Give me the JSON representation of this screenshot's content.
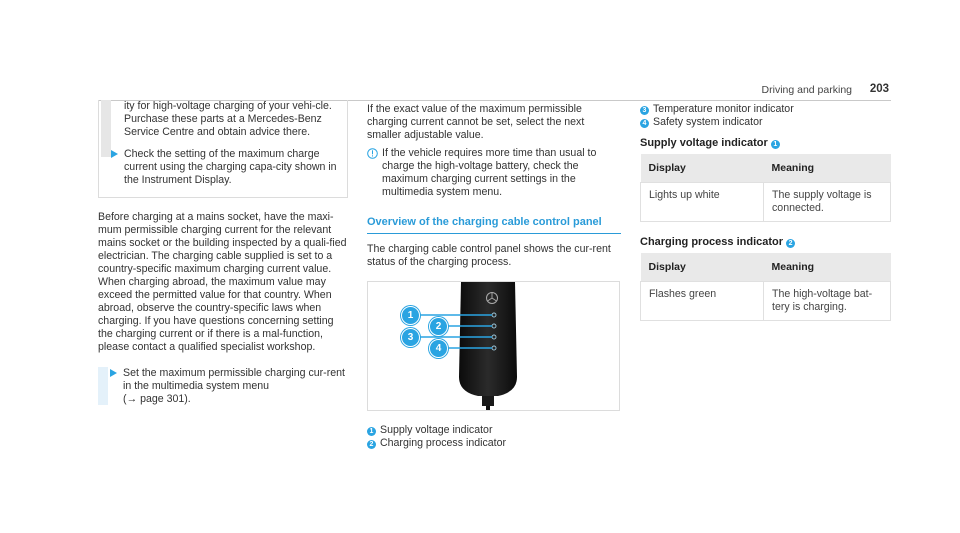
{
  "header": {
    "section": "Driving and parking",
    "page": "203"
  },
  "left": {
    "box_text": "ity for high-voltage charging of your vehi-cle. Purchase these parts at a Mercedes-Benz Service Centre and obtain advice there.",
    "box_step": "Check the setting of the maximum charge current using the charging capa-city shown in the Instrument Display.",
    "paragraph": "Before charging at a mains socket, have the maxi-mum permissible charging current for the relevant mains socket or the building inspected by a quali-fied electrician. The charging cable supplied is set to a country-specific maximum charging current value. When charging abroad, the maximum value may exceed the permitted value for that country. When abroad, observe the country-specific laws when charging. If you have questions concerning setting the charging current or if there is a mal-function, please contact a qualified specialist workshop.",
    "step": "Set the maximum permissible charging cur-rent in the multimedia system menu",
    "step_ref": "(→ page 301)."
  },
  "middle": {
    "intro": "If the exact value of the maximum permissible charging current cannot be set, select the next smaller adjustable value.",
    "note": "If the vehicle requires more time than usual to charge the high-voltage battery, check the maximum charging current settings in the multimedia system menu.",
    "section_title": "Overview of the charging cable control panel",
    "section_text": "The charging cable control panel shows the cur-rent status of the charging process.",
    "figure_labels": [
      "1",
      "2",
      "3",
      "4"
    ],
    "legend": [
      {
        "num": "1",
        "text": "Supply voltage indicator"
      },
      {
        "num": "2",
        "text": "Charging process indicator"
      }
    ]
  },
  "right": {
    "legend": [
      {
        "num": "3",
        "text": "Temperature monitor indicator"
      },
      {
        "num": "4",
        "text": "Safety system indicator"
      }
    ],
    "table1": {
      "title": "Supply voltage indicator",
      "num": "1",
      "headers": [
        "Display",
        "Meaning"
      ],
      "rows": [
        [
          "Lights up white",
          "The supply voltage is connected."
        ]
      ]
    },
    "table2": {
      "title": "Charging process indicator",
      "num": "2",
      "headers": [
        "Display",
        "Meaning"
      ],
      "rows": [
        [
          "Flashes green",
          "The high-voltage bat-tery is charging."
        ]
      ]
    }
  },
  "colors": {
    "accent": "#2aa4e2",
    "rule": "#c9c9c9",
    "table_header": "#e9e9e9"
  }
}
